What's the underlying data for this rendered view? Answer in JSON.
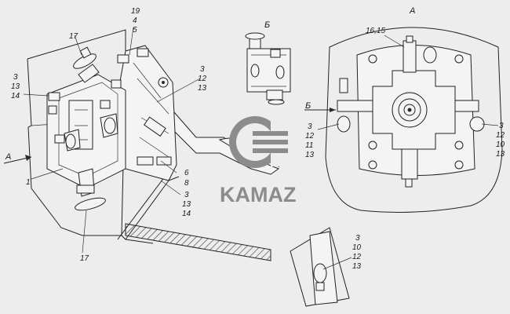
{
  "view_labels": {
    "a": "А",
    "b": "Б",
    "b_arrow": "Б",
    "a_arrow": "А"
  },
  "brand": {
    "name": "KAMAZ",
    "color": "#8c8c8c"
  },
  "callouts": {
    "left_top": [
      "19",
      "4",
      "5"
    ],
    "left_17_top": "17",
    "left_stack_a": [
      "3",
      "13",
      "14"
    ],
    "left_stack_b": [
      "3",
      "12",
      "13"
    ],
    "left_6_8": [
      "6",
      "8"
    ],
    "left_stack_c": [
      "3",
      "13",
      "14"
    ],
    "left_1": "1",
    "left_17_bottom": "17",
    "right_top": "16,15",
    "right_left_stack": [
      "3",
      "12",
      "11",
      "13"
    ],
    "right_right_stack": [
      "3",
      "12",
      "10",
      "13"
    ],
    "detail_stack": [
      "3",
      "10",
      "12",
      "13"
    ]
  }
}
